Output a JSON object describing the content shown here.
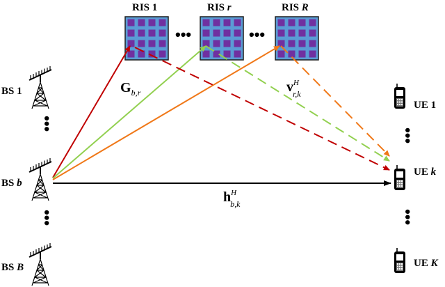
{
  "ris": [
    {
      "prefix": "RIS",
      "index": "1",
      "italic": false
    },
    {
      "prefix": "RIS",
      "index": "r",
      "italic": true
    },
    {
      "prefix": "RIS",
      "index": "R",
      "italic": true
    }
  ],
  "bs": [
    {
      "prefix": "BS",
      "index": "1",
      "italic": false
    },
    {
      "prefix": "BS",
      "index": "b",
      "italic": true
    },
    {
      "prefix": "BS",
      "index": "B",
      "italic": true
    }
  ],
  "ue": [
    {
      "prefix": "UE",
      "index": "1",
      "italic": false
    },
    {
      "prefix": "UE",
      "index": "k",
      "italic": true
    },
    {
      "prefix": "UE",
      "index": "K",
      "italic": true
    }
  ],
  "channels": {
    "G": {
      "base": "G",
      "sub": "b,r",
      "sup": ""
    },
    "v": {
      "base": "v",
      "sub": "r,k",
      "sup": "H"
    },
    "h": {
      "base": "h",
      "sub": "b,k",
      "sup": "H"
    }
  },
  "ellipsis": "•••",
  "colors": {
    "ris1": "#c00000",
    "risr": "#92d050",
    "risR": "#f07818",
    "direct": "#000000",
    "ris_panel": "#5b9bd5",
    "ris_element": "#7030a0"
  },
  "icons": [
    "bs-tower-icon",
    "ris-panel-icon",
    "ue-phone-icon"
  ]
}
